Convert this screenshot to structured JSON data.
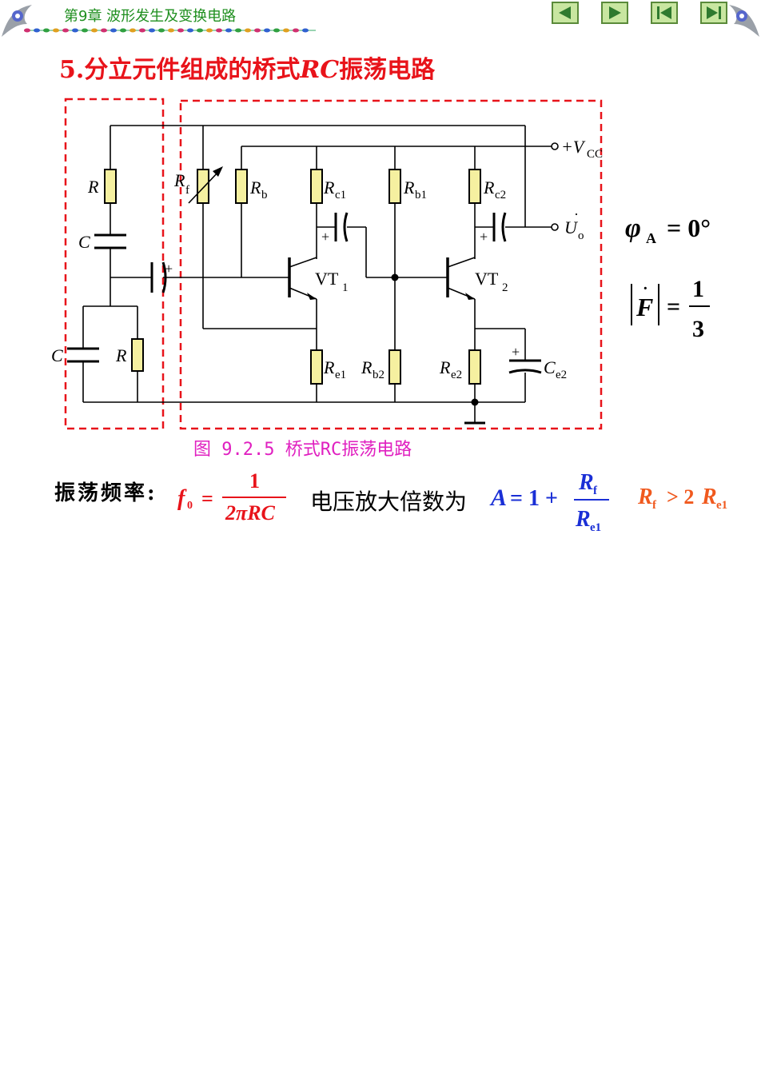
{
  "header": {
    "chapter_title": "第9章  波形发生及变换电路",
    "nav_buttons": [
      "prev",
      "next",
      "first",
      "last"
    ]
  },
  "section_title": {
    "number": "5.",
    "text_before": "分立元件组成的桥式",
    "rc": "RC",
    "text_after": "振荡电路"
  },
  "circuit": {
    "labels": {
      "r_top": "R",
      "c_top": "C",
      "c_bot": "C",
      "r_bot": "R",
      "rf": "R",
      "rf_sub": "f",
      "rb": "R",
      "rb_sub": "b",
      "rc1": "R",
      "rc1_sub": "c1",
      "rb1": "R",
      "rb1_sub": "b1",
      "rc2": "R",
      "rc2_sub": "c2",
      "re1": "R",
      "re1_sub": "e1",
      "rb2": "R",
      "rb2_sub": "b2",
      "re2": "R",
      "re2_sub": "e2",
      "ce2": "C",
      "ce2_sub": "e2",
      "vt1": "VT",
      "vt1_sub": "1",
      "vt2": "VT",
      "vt2_sub": "2",
      "vcc_prefix": "+V",
      "vcc_sub": "CC",
      "uo": "U",
      "uo_sub": "o",
      "plus": "+"
    }
  },
  "caption": "图 9.2.5  桥式RC振荡电路",
  "conditions": {
    "phase_symbol": "φ",
    "phase_sub": "A",
    "phase_eq": "= 0°",
    "mag_symbol": "F",
    "mag_eq": "=",
    "mag_num": "1",
    "mag_den": "3"
  },
  "formulas": {
    "freq_label": "振荡频率:",
    "f0": "f",
    "f0_sub": "0",
    "eq": "=",
    "freq_num": "1",
    "freq_den": "2πRC",
    "gain_label": "电压放大倍数为",
    "gain_A": "A",
    "gain_eq": "= 1 +",
    "gain_num": "R",
    "gain_num_sub": "f",
    "gain_den": "R",
    "gain_den_sub": "e1",
    "cond_rf": "R",
    "cond_rf_sub": "f",
    "cond_gt": "> 2",
    "cond_re": "R",
    "cond_re_sub": "e1"
  },
  "colors": {
    "title_red": "#e8131a",
    "caption_magenta": "#e020c0",
    "green": "#1f8f1f",
    "blue": "#1a2fd6",
    "orange": "#f0591e",
    "resistor_fill": "#f5f0a0",
    "dash_red": "#e8131a"
  }
}
